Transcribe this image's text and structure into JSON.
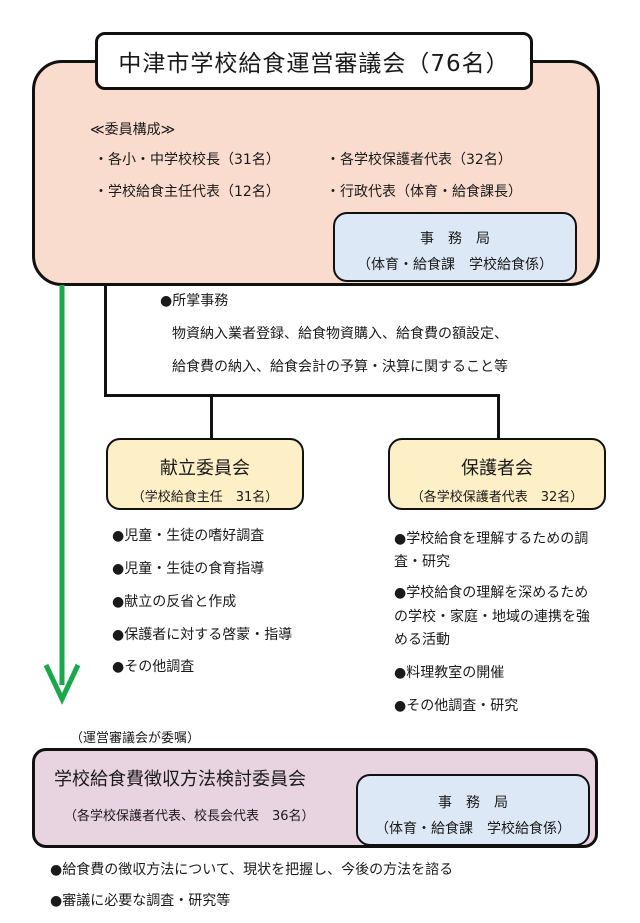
{
  "council": {
    "title": "中津市学校給食運営審議会（76名）",
    "composition_heading": "≪委員構成≫",
    "members": [
      "・各小・中学校校長（31名）",
      "・各学校保護者代表（32名）",
      "・学校給食主任代表（12名）",
      "・行政代表（体育・給食課長）"
    ],
    "office": {
      "label": "事　務　局",
      "detail": "（体育・給食課　学校給食係）"
    }
  },
  "duties": {
    "heading": "●所掌事務",
    "lines": [
      "物資納入業者登録、給食物資購入、給食費の額設定、",
      "給食費の納入、給食会計の予算・決算に関すること等"
    ]
  },
  "menu_committee": {
    "name": "献立委員会",
    "sub": "（学校給食主任　31名）",
    "items": [
      "●児童・生徒の嗜好調査",
      "●児童・生徒の食育指導",
      "●献立の反省と作成",
      "●保護者に対する啓蒙・指導",
      "●その他調査"
    ]
  },
  "parents_committee": {
    "name": "保護者会",
    "sub": "（各学校保護者代表　32名）",
    "items": [
      [
        "●学校給食を理解するための調",
        "査・研究"
      ],
      [
        "●学校給食の理解を深めるため",
        "の学校・家庭・地域の連携を強",
        "める活動"
      ],
      [
        "●料理教室の開催"
      ],
      [
        "●その他調査・研究"
      ]
    ]
  },
  "delegation_note": "（運営審議会が委嘱）",
  "exam_committee": {
    "name": "学校給食費徴収方法検討委員会",
    "sub": "（各学校保護者代表、校長会代表　36名）",
    "office": {
      "label": "事　務　局",
      "detail": "（体育・給食課　学校給食係）"
    }
  },
  "bottom_items": [
    "●給食費の徴収方法について、現状を把握し、今後の方法を諮る",
    "●審議に必要な調査・研究等"
  ],
  "colors": {
    "council_fill": "#f9dccd",
    "office_fill": "#dde8f6",
    "committee_fill": "#fdefc6",
    "exam_fill": "#e8d3e0",
    "arrow": "#1aa84a"
  }
}
